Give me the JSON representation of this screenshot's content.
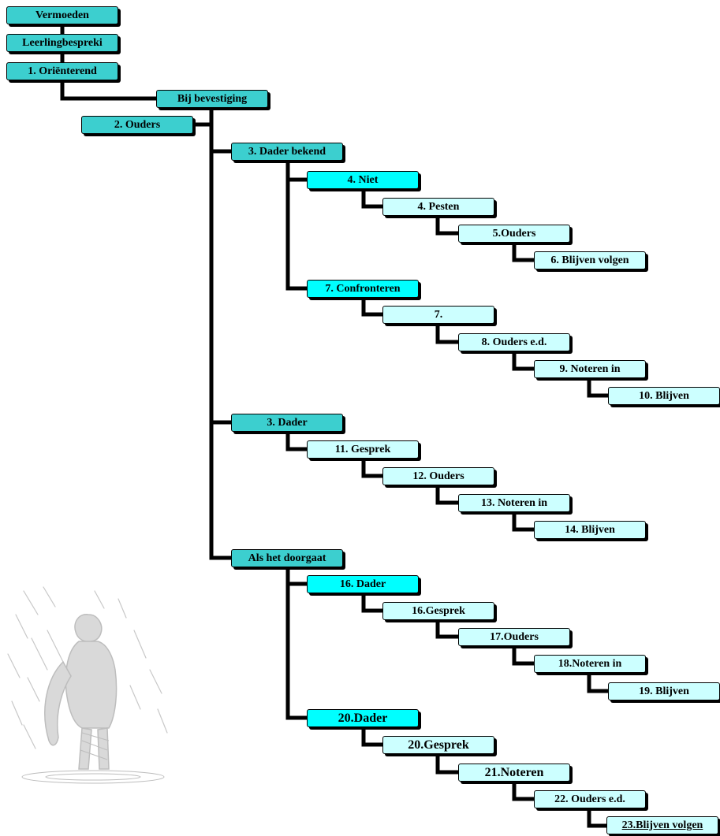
{
  "colors": {
    "teal_dark": "#3ccfcf",
    "cyan": "#00ffff",
    "light": "#ccffff",
    "connector": "#000000"
  },
  "decoration": {
    "illustration": "child-in-rain-sketch"
  },
  "nodes": {
    "vermoeden": "Vermoeden",
    "leerlingbespreking": "Leerlingbespreki",
    "orienterend": "1. Oriënterend",
    "bij_bevestiging": "Bij bevestiging",
    "ouders_2": "2. Ouders",
    "dader_bekend": "3. Dader bekend",
    "niet_4": "4. Niet",
    "pesten_4": "4. Pesten",
    "ouders_5": "5.Ouders",
    "blijven_volgen_6": "6. Blijven volgen",
    "confronteren_7": "7. Confronteren",
    "item_7": "7.",
    "ouders_ed_8": "8. Ouders e.d.",
    "noteren_in_9": "9.  Noteren in",
    "blijven_10": "10. Blijven",
    "dader_3": "3. Dader",
    "gesprek_11": "11. Gesprek",
    "ouders_12": "12. Ouders",
    "noteren_in_13": "13. Noteren in",
    "blijven_14": "14. Blijven",
    "als_het_doorgaat": "Als het doorgaat",
    "dader_16": "16. Dader",
    "gesprek_16": "16.Gesprek",
    "ouders_17": "17.Ouders",
    "noteren_in_18": "18.Noteren in",
    "blijven_19": "19. Blijven",
    "dader_20": "20.Dader",
    "gesprek_20": "20.Gesprek",
    "noteren_21": "21.Noteren",
    "ouders_ed_22": "22. Ouders e.d.",
    "blijven_volgen_23": "23.Blijven volgen"
  }
}
